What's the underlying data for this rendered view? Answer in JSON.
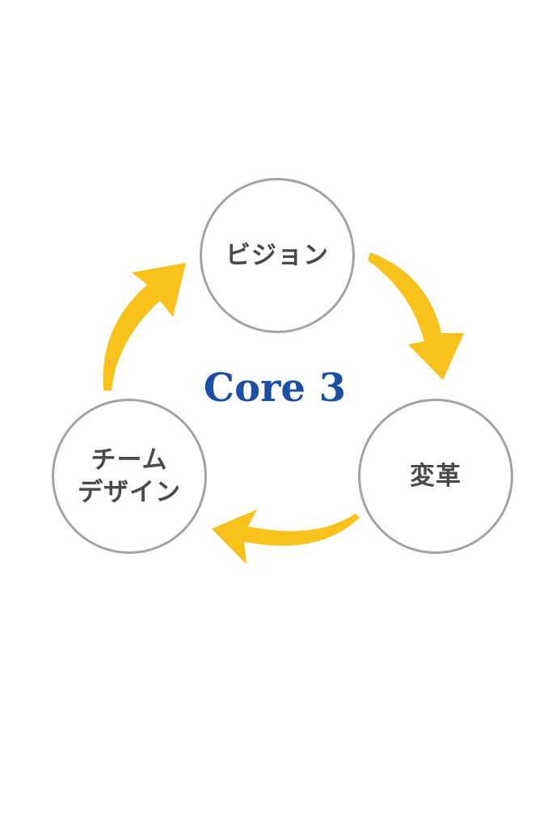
{
  "center": {
    "title": "Core 3"
  },
  "nodes": {
    "vision": {
      "label": "ビジョン"
    },
    "change": {
      "label": "変革"
    },
    "team": {
      "label_line1": "チーム",
      "label_line2": "デザイン"
    }
  },
  "cycle_order": [
    "vision",
    "change",
    "team"
  ],
  "arrow_direction": "clockwise",
  "colors": {
    "arrow": "#f8c21a",
    "node_border": "#a3a3a3",
    "node_text": "#4a4a4a",
    "title": "#1a4fa5",
    "background": "#ffffff"
  }
}
